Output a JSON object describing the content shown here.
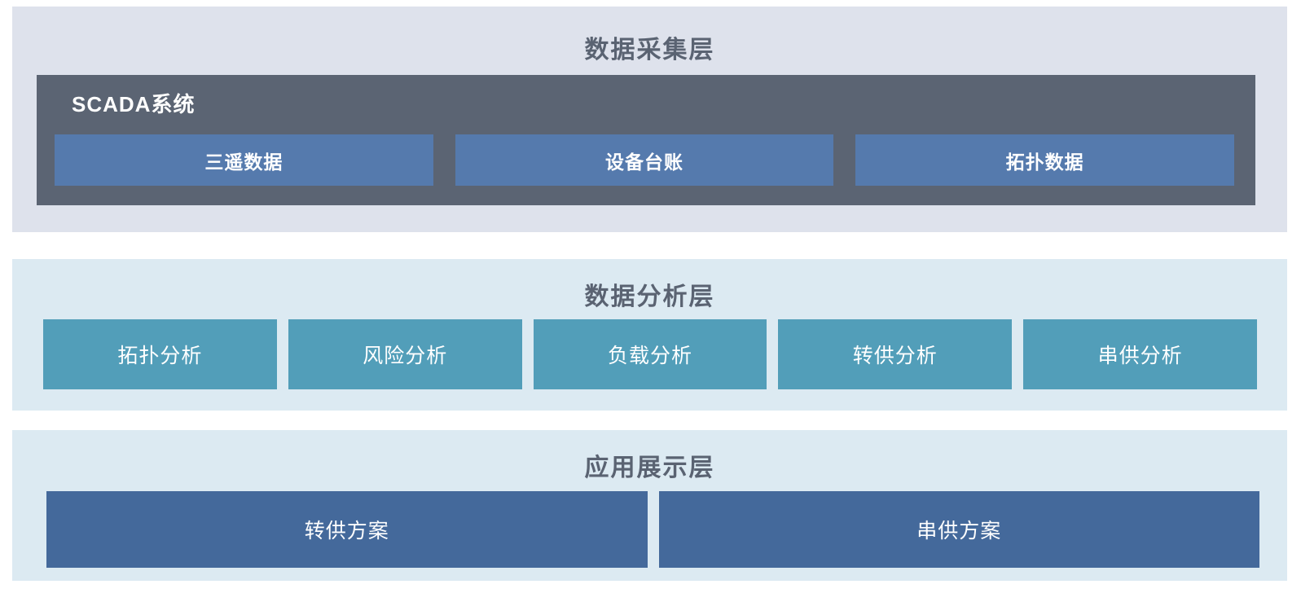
{
  "colors": {
    "page_bg": "#ffffff",
    "collection_layer_bg": "#dee2ec",
    "analysis_layer_bg": "#dceaf2",
    "display_layer_bg": "#dceaf2",
    "scada_container_bg": "#5b6473",
    "scada_item_bg": "#557aad",
    "analysis_item_bg": "#529eb9",
    "display_item_bg": "#44699b",
    "layer_title_text": "#5a6372",
    "item_text": "#ffffff"
  },
  "layers": {
    "collection": {
      "title": "数据采集层",
      "scada": {
        "label": "SCADA系统",
        "items": [
          {
            "label": "三遥数据"
          },
          {
            "label": "设备台账"
          },
          {
            "label": "拓扑数据"
          }
        ]
      }
    },
    "analysis": {
      "title": "数据分析层",
      "items": [
        {
          "label": "拓扑分析"
        },
        {
          "label": "风险分析"
        },
        {
          "label": "负载分析"
        },
        {
          "label": "转供分析"
        },
        {
          "label": "串供分析"
        }
      ]
    },
    "display": {
      "title": "应用展示层",
      "items": [
        {
          "label": "转供方案"
        },
        {
          "label": "串供方案"
        }
      ]
    }
  }
}
